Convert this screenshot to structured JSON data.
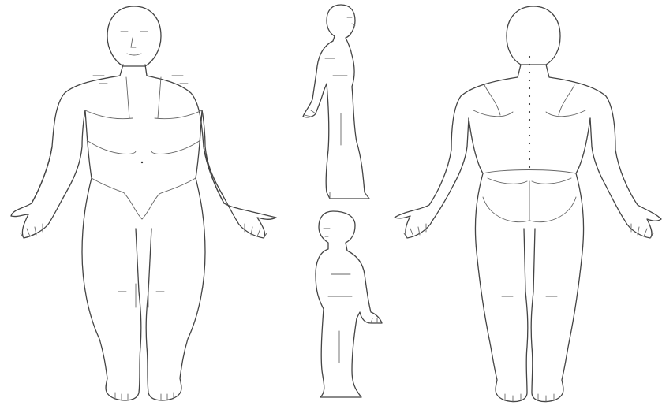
{
  "figure": {
    "background": "#ffffff",
    "line_color": "#444444",
    "views": [
      {
        "view": "front"
      },
      {
        "view": "side-right"
      },
      {
        "view": "side-left"
      },
      {
        "view": "back"
      }
    ]
  }
}
